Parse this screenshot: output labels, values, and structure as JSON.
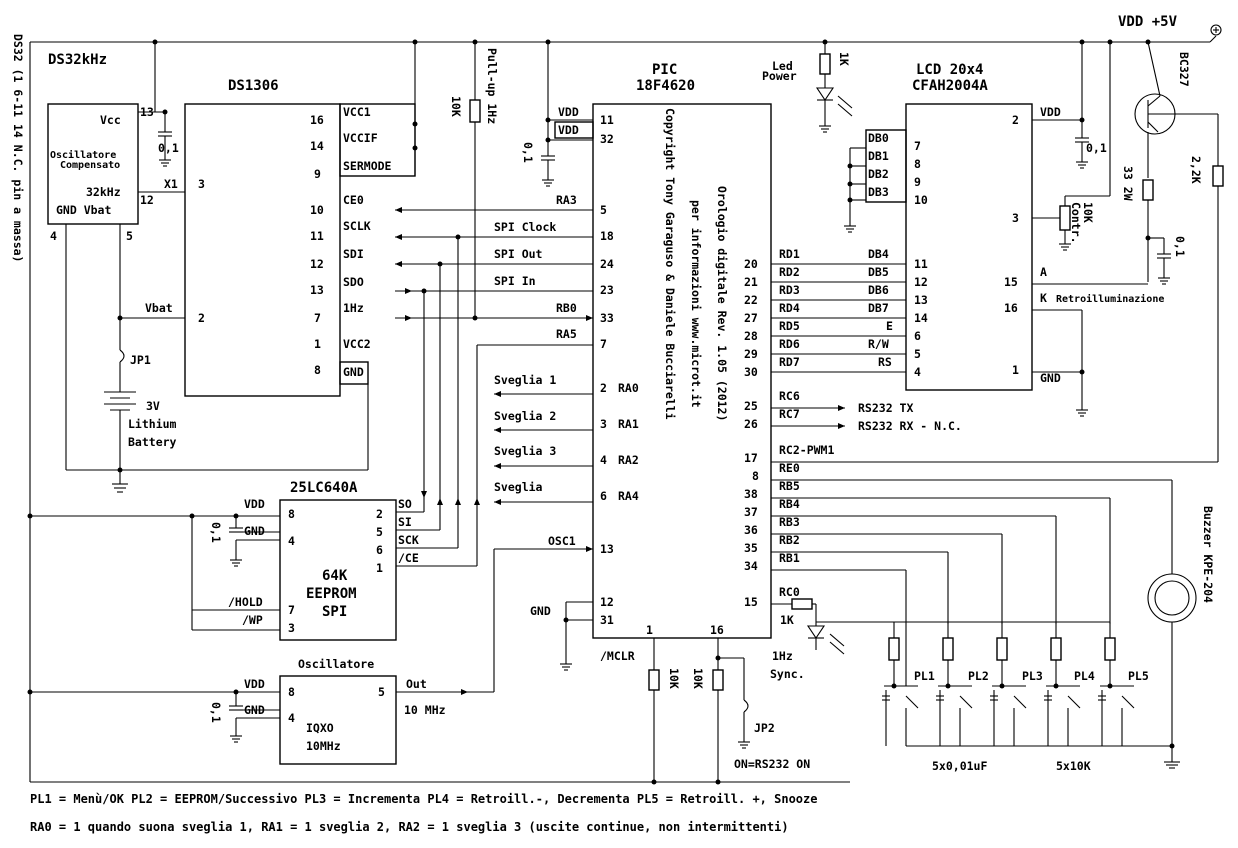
{
  "supply": {
    "vdd": "VDD +5V"
  },
  "ds32": {
    "side_label": "DS32 (1 6-11 14 N.C. pin a massa)",
    "title": "DS32kHz",
    "vcc": "Vcc",
    "pin13": "13",
    "osc1": "Oscillatore",
    "osc2": "Compensato",
    "khz": "32kHz",
    "pin12": "12",
    "gnd_vbat": "GND Vbat",
    "pin4": "4",
    "pin5": "5"
  },
  "ds1306": {
    "title": "DS1306",
    "x1": "X1",
    "pin3": "3",
    "pin2": "2",
    "vbat": "Vbat",
    "pins_right": [
      {
        "num": "16",
        "name": "VCC1"
      },
      {
        "num": "14",
        "name": "VCCIF"
      },
      {
        "num": "9",
        "name": "SERMODE"
      },
      {
        "num": "10",
        "name": "CE0"
      },
      {
        "num": "11",
        "name": "SCLK"
      },
      {
        "num": "12",
        "name": "SDI"
      },
      {
        "num": "13",
        "name": "SDO"
      },
      {
        "num": "7",
        "name": "1Hz"
      },
      {
        "num": "1",
        "name": "VCC2"
      },
      {
        "num": "8",
        "name": "GND"
      }
    ],
    "cap": "0,1"
  },
  "battery": {
    "jp1": "JP1",
    "volt": "3V",
    "l1": "Lithium",
    "l2": "Battery"
  },
  "pullup": {
    "label": "Pull-up 1Hz",
    "res": "10K"
  },
  "signals": {
    "spi_clock": "SPI Clock",
    "spi_out": "SPI Out",
    "spi_in": "SPI In",
    "sveglia1": "Sveglia 1",
    "sveglia2": "Sveglia 2",
    "sveglia3": "Sveglia 3",
    "sveglia": "Sveglia",
    "osc1": "OSC1",
    "gnd": "GND",
    "mclr": "/MCLR"
  },
  "pic": {
    "title1": "PIC",
    "title2": "18F4620",
    "copyright": "Copyright Tony Garaguso & Daniele Bucciarelli",
    "clock": "Orologio digitale Rev. 1.05 (2012)",
    "web": "per informazioni www.microt.it",
    "vdd1": "VDD",
    "vdd2": "VDD",
    "cap": "0,1",
    "left_pins": [
      {
        "num": "11",
        "name": ""
      },
      {
        "num": "32",
        "name": ""
      },
      {
        "num": "5",
        "name": "RA3"
      },
      {
        "num": "18",
        "name": ""
      },
      {
        "num": "24",
        "name": ""
      },
      {
        "num": "23",
        "name": ""
      },
      {
        "num": "33",
        "name": "RB0"
      },
      {
        "num": "7",
        "name": "RA5"
      },
      {
        "num": "2",
        "name": "RA0"
      },
      {
        "num": "3",
        "name": "RA1"
      },
      {
        "num": "4",
        "name": "RA2"
      },
      {
        "num": "6",
        "name": "RA4"
      },
      {
        "num": "13",
        "name": ""
      },
      {
        "num": "12",
        "name": ""
      },
      {
        "num": "31",
        "name": ""
      }
    ],
    "bottom_pins": [
      "1",
      "16"
    ],
    "right_pins": [
      {
        "num": "20",
        "name": "RD1"
      },
      {
        "num": "21",
        "name": "RD2"
      },
      {
        "num": "22",
        "name": "RD3"
      },
      {
        "num": "27",
        "name": "RD4"
      },
      {
        "num": "28",
        "name": "RD5"
      },
      {
        "num": "29",
        "name": "RD6"
      },
      {
        "num": "30",
        "name": "RD7"
      },
      {
        "num": "25",
        "name": "RC6"
      },
      {
        "num": "26",
        "name": "RC7"
      },
      {
        "num": "17",
        "name": "RC2-PWM1"
      },
      {
        "num": "8",
        "name": "RE0"
      },
      {
        "num": "38",
        "name": "RB5"
      },
      {
        "num": "37",
        "name": "RB4"
      },
      {
        "num": "36",
        "name": "RB3"
      },
      {
        "num": "35",
        "name": "RB2"
      },
      {
        "num": "34",
        "name": "RB1"
      },
      {
        "num": "15",
        "name": "RC0"
      }
    ]
  },
  "led_power": {
    "l1": "Led",
    "l2": "Power",
    "res": "1K"
  },
  "lcd": {
    "title1": "LCD 20x4",
    "title2": "CFAH2004A",
    "left_pins": [
      {
        "num": "7",
        "name": "DB0"
      },
      {
        "num": "8",
        "name": "DB1"
      },
      {
        "num": "9",
        "name": "DB2"
      },
      {
        "num": "10",
        "name": "DB3"
      },
      {
        "num": "11",
        "name": "DB4"
      },
      {
        "num": "12",
        "name": "DB5"
      },
      {
        "num": "13",
        "name": "DB6"
      },
      {
        "num": "14",
        "name": "DB7"
      },
      {
        "num": "6",
        "name": "E"
      },
      {
        "num": "5",
        "name": "R/W"
      },
      {
        "num": "4",
        "name": "RS"
      }
    ],
    "right_pins": [
      {
        "num": "2",
        "name": "VDD"
      },
      {
        "num": "3",
        "name": ""
      },
      {
        "num": "15",
        "name": "A"
      },
      {
        "num": "16",
        "name": "K"
      },
      {
        "num": "1",
        "name": "GND"
      }
    ],
    "backlight": "Retroilluminazione",
    "contr_res": "10K",
    "contr": "Contr.",
    "cap": "0,1"
  },
  "backlight_drv": {
    "transistor": "BC327",
    "r1": "33 2W",
    "r2": "2,2K",
    "cap": "0,1"
  },
  "rs232": {
    "tx": "RS232 TX",
    "rx": "RS232 RX - N.C."
  },
  "eeprom": {
    "title": "25LC640A",
    "vdd": "VDD",
    "gnd": "GND",
    "cap": "0,1",
    "pin8": "8",
    "pin4": "4",
    "pin7": "7",
    "pin3": "3",
    "hold": "/HOLD",
    "wp": "/WP",
    "right_pins": [
      {
        "num": "2",
        "name": "SO"
      },
      {
        "num": "5",
        "name": "SI"
      },
      {
        "num": "6",
        "name": "SCK"
      },
      {
        "num": "1",
        "name": "/CE"
      }
    ],
    "l1": "64K",
    "l2": "EEPROM",
    "l3": "SPI"
  },
  "oscillator": {
    "title": "Oscillatore",
    "vdd": "VDD",
    "gnd": "GND",
    "cap": "0,1",
    "pin8": "8",
    "pin4": "4",
    "pin5": "5",
    "out": "Out",
    "freq": "10 MHz",
    "l1": "IQXO",
    "l2": "10MHz"
  },
  "mclr_res": "10K",
  "rs_res": "10K",
  "jp2": "JP2",
  "rs232_on": "ON=RS232 ON",
  "sync": {
    "res": "1K",
    "l1": "1Hz",
    "l2": "Sync."
  },
  "buzzer": "Buzzer KPE-204",
  "buttons": [
    "PL1",
    "PL2",
    "PL3",
    "PL4",
    "PL5"
  ],
  "caps_label": "5x0,01uF",
  "res_label": "5x10K",
  "notes": [
    "PL1 = Menù/OK   PL2 = EEPROM/Successivo   PL3 = Incrementa  PL4 = Retroill.-, Decrementa  PL5 = Retroill. +, Snooze",
    "RA0 = 1 quando suona sveglia 1, RA1 = 1 sveglia 2, RA2 = 1 sveglia 3 (uscite continue, non intermittenti)"
  ]
}
